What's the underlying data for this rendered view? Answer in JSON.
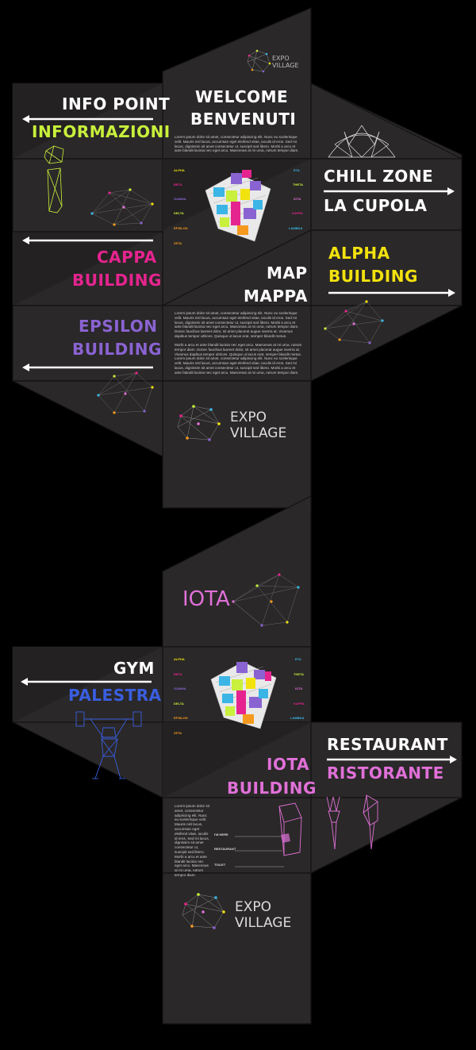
{
  "sheet1": {
    "logo_top": {
      "line1": "EXPO",
      "line2": "VILLAGE"
    },
    "welcome": {
      "title1": "WELCOME",
      "title2": "BENVENUTI",
      "body": "Lorem ipsum dolor sit amet, consectetur adipiscing elit. Nunc eu scelerisque velit. Mauris nisl lacus, accumsan eget eleifend vitae, iaculis id eros. Sed mi lacus, dignissim sit amet consectetur ut, suscipit sed libero. Morbi a arcu et ante blandit lacinia nec eget arcu. Maecenas at mi urna, rutrum tempor diam."
    },
    "info_point": {
      "title1": "INFO POINT",
      "title2": "INFORMAZIONI"
    },
    "chill_zone": {
      "title1": "CHILL ZONE",
      "title2": "LA CUPOLA"
    },
    "cappa": {
      "title1": "CAPPA",
      "title2": "BUILDING"
    },
    "alpha": {
      "title1": "ALPHA",
      "title2": "BUILDING"
    },
    "map": {
      "title1": "MAP",
      "title2": "MAPPA",
      "body1": "Lorem ipsum dolor sit amet, consectetur adipiscing elit. Nunc eu scelerisque velit. Mauris nisl lacus, accumsan eget eleifend vitae, iaculis id eros. Sed mi lacus, dignissim sit amet consectetur ut, suscipit sed libero. Morbi a arcu et ante blandit lacinia nec eget arcu. Maecenas at mi urna, rutrum tempor diam. Donec faucibus laoreet dolor, sit amet placerat augue viverra at. Vivamus dapibus tempor ultrices. Quisque ut lacus erat, semper blandit metus.",
      "body2": "Morbi a arcu et ante blandit lacinia nec eget arcu. Maecenas at mi urna, rutrum tempor diam. Donec faucibus laoreet dolor, sit amet placerat augue viverra at. Vivamus dapibus tempor ultrices. Quisque ut lacus erat, semper blandit metus. Lorem ipsum dolor sit amet, consectetur adipiscing elit. Nunc eu scelerisque velit. Mauris nisl lacus, accumsan eget eleifend vitae, iaculis id eros. Sed mi lacus, dignissim sit amet consectetur ut, suscipit sed libero. Morbi a arcu et ante blandit lacinia nec eget arcu. Maecenas at mi urna, rutrum tempor diam."
    },
    "epsilon": {
      "title1": "EPSILON",
      "title2": "BUILDING"
    },
    "logo_big": {
      "line1": "EXPO",
      "line2": "VILLAGE"
    },
    "map_labels_left": [
      "ALPHA",
      "BETA",
      "GAMMA",
      "DELTA",
      "EPSILON",
      "ZETA"
    ],
    "map_labels_right": [
      "ETA",
      "THETA",
      "IOTA",
      "KAPPA",
      "LAMBDA"
    ]
  },
  "sheet2": {
    "iota_logo": "IOTA",
    "gym": {
      "title1": "GYM",
      "title2": "PALESTRA"
    },
    "restaurant": {
      "title1": "RESTAURANT",
      "title2": "RISTORANTE"
    },
    "iota_building": {
      "title1": "IOTA",
      "title2": "BUILDING"
    },
    "body": "Lorem ipsum dolor sit amet, consectetur adipiscing elit. Nunc eu scelerisque velit. Mauris nisl lacus, accumsan eget eleifend vitae, iaculis id eros. Sed mi lacus, dignissim sit amet consectetur ut, suscipit sed libero. Morbi a arcu et ante blandit lacinia nec eget arcu. Maecenas at mi urna, rutrum tempor diam.",
    "floor_labels": [
      "I'M HERE",
      "RESTAURANT",
      "TOILET"
    ],
    "logo_big": {
      "line1": "EXPO",
      "line2": "VILLAGE"
    },
    "map_labels_left": [
      "ALPHA",
      "BETA",
      "GAMMA",
      "DELTA",
      "EPSILON",
      "ZETA"
    ],
    "map_labels_right": [
      "ETA",
      "THETA",
      "IOTA",
      "KAPPA",
      "LAMBDA"
    ]
  },
  "colors": {
    "panel": "#2a2828",
    "panel_dark": "#232121",
    "fold": "#151414",
    "white": "#ffffff",
    "green": "#c8f03c",
    "magenta": "#e6248f",
    "yellow": "#f2e20e",
    "violet": "#8a63d2",
    "blue": "#3a5ee0",
    "pink": "#e070d8",
    "label_colors": [
      "#f2e20e",
      "#e6248f",
      "#8a63d2",
      "#c8f03c",
      "#f59a1e",
      "#f59a1e",
      "#3ab5e6",
      "#c8f03c",
      "#e070d8",
      "#e6248f",
      "#3ab5e6"
    ]
  },
  "icons": [
    "expo-village-logo",
    "info-kiosk-icon",
    "geodesic-dome-icon",
    "network-constellation-icon",
    "isometric-map-icon",
    "weightlifter-icon",
    "fork-knife-icon",
    "building-floor-icon",
    "arrow-left-icon",
    "arrow-right-icon"
  ]
}
